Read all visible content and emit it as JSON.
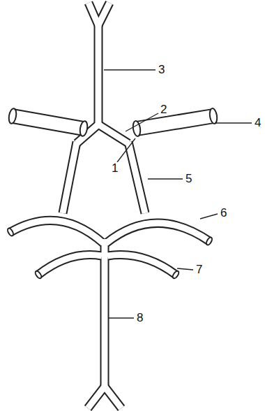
{
  "diagram": {
    "labels": [
      "3",
      "2",
      "4",
      "1",
      "5",
      "6",
      "7",
      "8"
    ]
  }
}
